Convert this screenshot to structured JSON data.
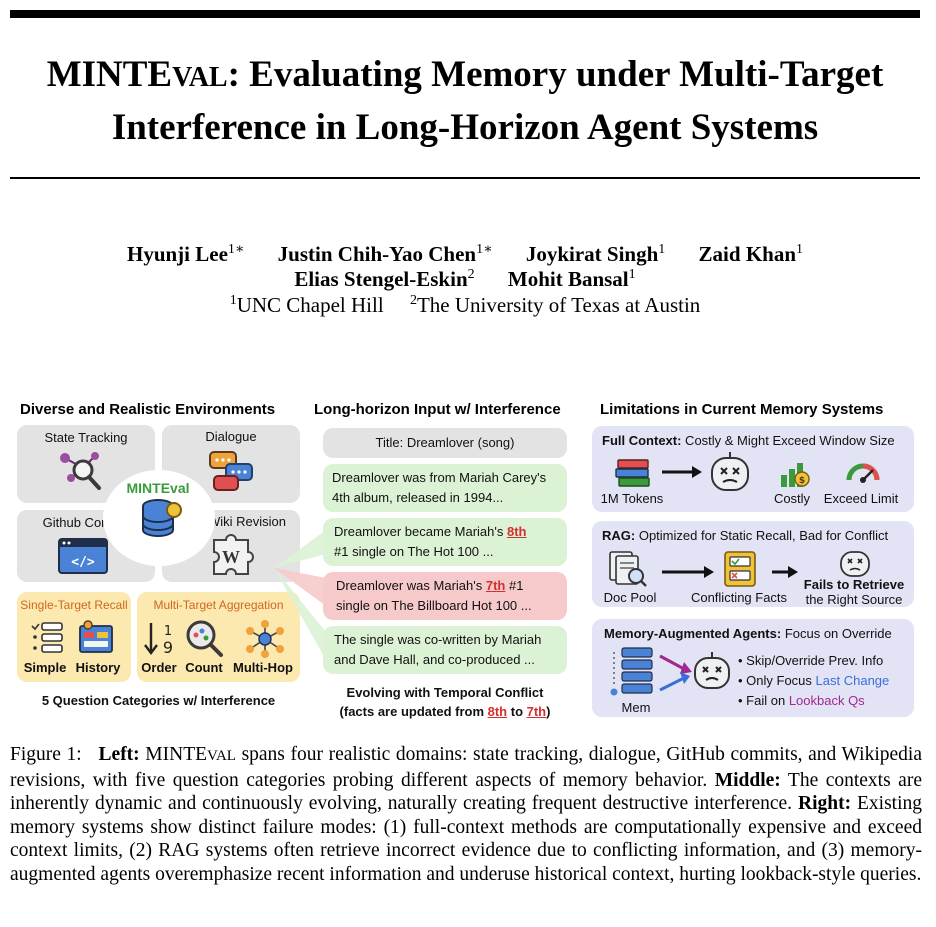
{
  "paper": {
    "title_line1_a": "MINTE",
    "title_line1_b": "VAL",
    "title_line1_c": ": Evaluating Memory under Multi-Target",
    "title_line2": "Interference in Long-Horizon Agent Systems",
    "authors": [
      {
        "name": "Hyunji Lee",
        "sup": "1∗"
      },
      {
        "name": "Justin Chih-Yao Chen",
        "sup": "1∗"
      },
      {
        "name": "Joykirat Singh",
        "sup": "1"
      },
      {
        "name": "Zaid Khan",
        "sup": "1"
      },
      {
        "name": "Elias Stengel-Eskin",
        "sup": "2"
      },
      {
        "name": "Mohit Bansal",
        "sup": "1"
      }
    ],
    "affiliations": [
      {
        "sup": "1",
        "name": "UNC Chapel Hill"
      },
      {
        "sup": "2",
        "name": "The University of Texas at Austin"
      }
    ]
  },
  "figure": {
    "left": {
      "heading": "Diverse and Realistic Environments",
      "env_state": "State Tracking",
      "env_dialogue": "Dialogue",
      "env_github": "Github Commit",
      "env_wiki": "Wiki Revision",
      "logo": "MINTEval",
      "single_title": "Single-Target Recall",
      "multi_title": "Multi-Target Aggregation",
      "cat_simple": "Simple",
      "cat_history": "History",
      "cat_order": "Order",
      "cat_count": "Count",
      "cat_multihop": "Multi-Hop",
      "footer": "5 Question Categories w/ Interference"
    },
    "middle": {
      "heading": "Long-horizon Input w/ Interference",
      "title_box": "Title: Dreamlover (song)",
      "b1_l1": "Dreamlover was from Mariah Carey's",
      "b1_l2": "4th album, released in 1994...",
      "b2_l1a": "Dreamlover became Mariah's ",
      "b2_hl": "8th",
      "b2_l2": "#1 single on The Hot 100 ...",
      "b3_l1a": "Dreamlover was Mariah's ",
      "b3_hl": "7th",
      "b3_l1b": " #1",
      "b3_l2": "single on The Billboard Hot 100 ...",
      "b4_l1": "The single was co-written by Mariah",
      "b4_l2": "and Dave Hall, and co-produced ...",
      "foot_l1": "Evolving with Temporal Conflict",
      "foot_l2a": "(facts are updated from ",
      "foot_hl1": "8th",
      "foot_mid": " to ",
      "foot_hl2": "7th",
      "foot_end": ")"
    },
    "right": {
      "heading": "Limitations in Current Memory Systems",
      "fc_title": "Full Context:",
      "fc_desc": " Costly & Might Exceed Window Size",
      "fc_tokens": "1M Tokens",
      "fc_costly": "Costly",
      "fc_exceed": "Exceed Limit",
      "rag_title": "RAG:",
      "rag_desc": " Optimized for Static Recall, Bad for Conflict",
      "rag_doc": "Doc Pool",
      "rag_conf": "Conflicting Facts",
      "rag_fail1": "Fails to Retrieve",
      "rag_fail2": "the Right Source",
      "mem_title": "Memory-Augmented Agents:",
      "mem_desc": " Focus on Override",
      "mem_label": "Mem",
      "mem_b1": "Skip/Override Prev. Info",
      "mem_b2a": "Only Focus ",
      "mem_b2b": "Last Change",
      "mem_b3a": "Fail on ",
      "mem_b3b": "Lookback Qs"
    }
  },
  "caption": {
    "fig": "Figure 1:",
    "left_label": "Left:",
    "p1a": " MINTE",
    "p1sc": "VAL",
    "p1b": " spans four realistic domains: state tracking, dialogue, GitHub commits, and Wikipedia revisions, with five question categories probing different aspects of memory behavior.",
    "middle_label": "Middle:",
    "p2": " The contexts are inherently dynamic and continuously evolving, naturally creating frequent destructive interference.",
    "right_label": "Right:",
    "p3": " Existing memory systems show distinct failure modes: (1) full-context methods are computationally expensive and exceed context limits, (2) RAG systems often retrieve incorrect evidence due to conflicting information, and (3) memory-augmented agents overemphasize recent information and underuse historical context, hurting lookback-style queries."
  }
}
